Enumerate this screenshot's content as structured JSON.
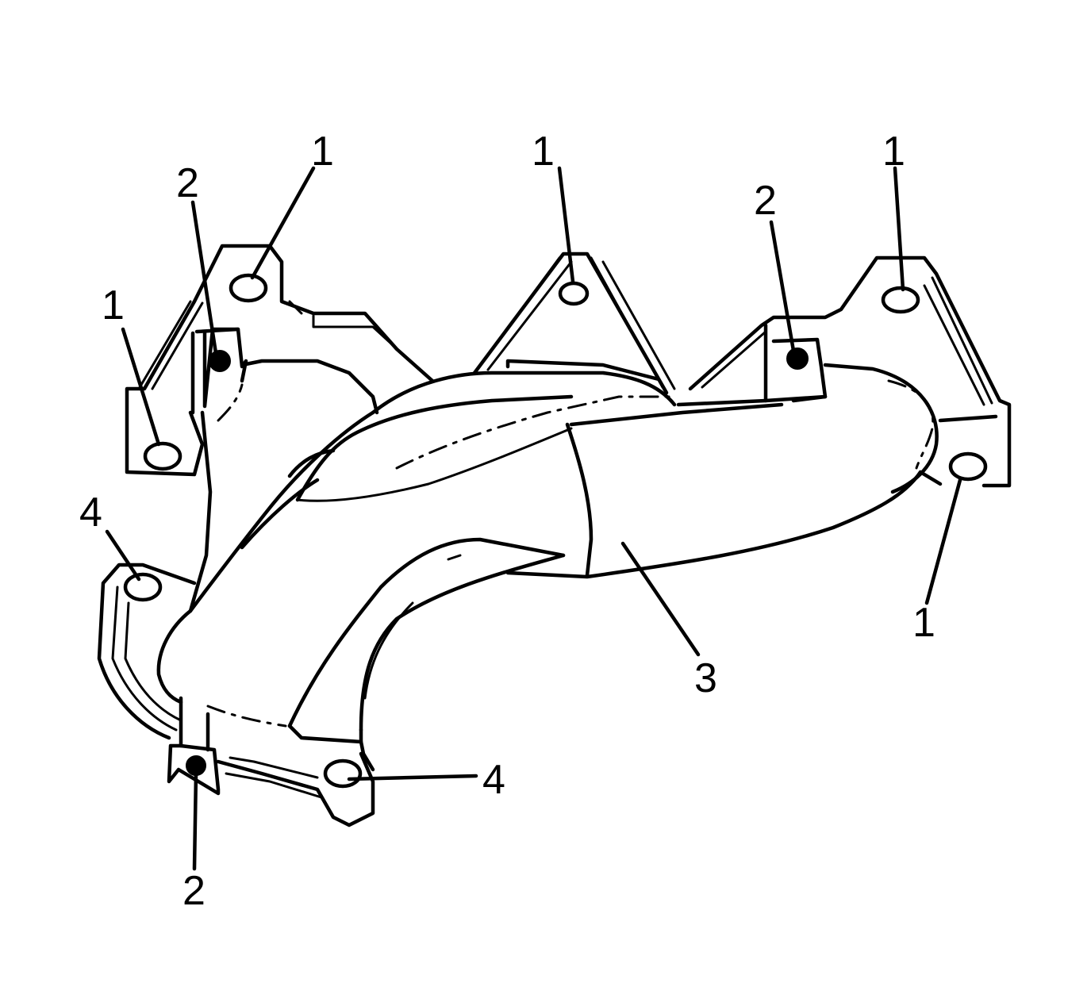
{
  "diagram": {
    "callouts": [
      {
        "id": "c1-top-left",
        "label": "1"
      },
      {
        "id": "c1-top-mid",
        "label": "1"
      },
      {
        "id": "c1-top-right",
        "label": "1"
      },
      {
        "id": "c1-left",
        "label": "1"
      },
      {
        "id": "c1-right",
        "label": "1"
      },
      {
        "id": "c2-top-left",
        "label": "2"
      },
      {
        "id": "c2-top-right",
        "label": "2"
      },
      {
        "id": "c2-bottom",
        "label": "2"
      },
      {
        "id": "c3",
        "label": "3"
      },
      {
        "id": "c4-left",
        "label": "4"
      },
      {
        "id": "c4-bottom",
        "label": "4"
      }
    ],
    "colors": {
      "line": "#000000",
      "background": "#ffffff"
    }
  }
}
